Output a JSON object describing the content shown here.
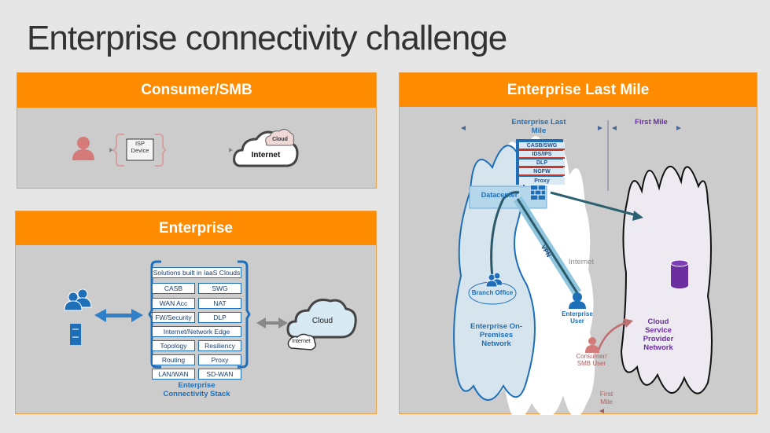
{
  "title": "Enterprise connectivity challenge",
  "colors": {
    "accent": "#ff8c00",
    "panel_bg": "#cccccc",
    "enterprise_blue": "#1e6fb8",
    "csp_purple": "#6b2fa0",
    "consumer_red": "#d47a78"
  },
  "consumer_panel": {
    "header": "Consumer/SMB",
    "user_icon": "user-icon",
    "isp_device": "ISP Device",
    "cloud_small": "Cloud",
    "cloud_big": "Internet"
  },
  "enterprise_panel": {
    "header": "Enterprise",
    "users_icon": "users-icon",
    "server_icon": "server-icon",
    "stack_top": "Solutions built in IaaS Clouds",
    "stack_rows": [
      [
        "CASB",
        "SWG"
      ],
      [
        "WAN Acc",
        "NAT"
      ],
      [
        "FW/Security",
        "DLP"
      ]
    ],
    "stack_mid": "Internet/Network Edge",
    "stack_rows2": [
      [
        "Topology",
        "Resiliency"
      ],
      [
        "Routing",
        "Proxy"
      ],
      [
        "LAN/WAN",
        "SD-WAN"
      ]
    ],
    "stack_label": "Enterprise Connectivity Stack",
    "cloud_big": "Cloud",
    "cloud_small": "Internet"
  },
  "lastmile_panel": {
    "header": "Enterprise Last Mile",
    "enterprise_last_mile": "Enterprise Last Mile",
    "first_mile_top": "First Mile",
    "firewall_stack": [
      "CASB/SWG",
      "IDS/IPS",
      "DLP",
      "NGFW",
      "Proxy"
    ],
    "datacenter": "Datacenter",
    "vpn": "VPN",
    "internet": "Internet",
    "branch_office": "Branch Office",
    "enterprise_user": "Enterprise User",
    "on_prem": "Enterprise On-Premises Network",
    "consumer_user": "Consumer/ SMB User",
    "csp": "Cloud Service Provider Network",
    "first_mile_bottom": "First Mile"
  }
}
